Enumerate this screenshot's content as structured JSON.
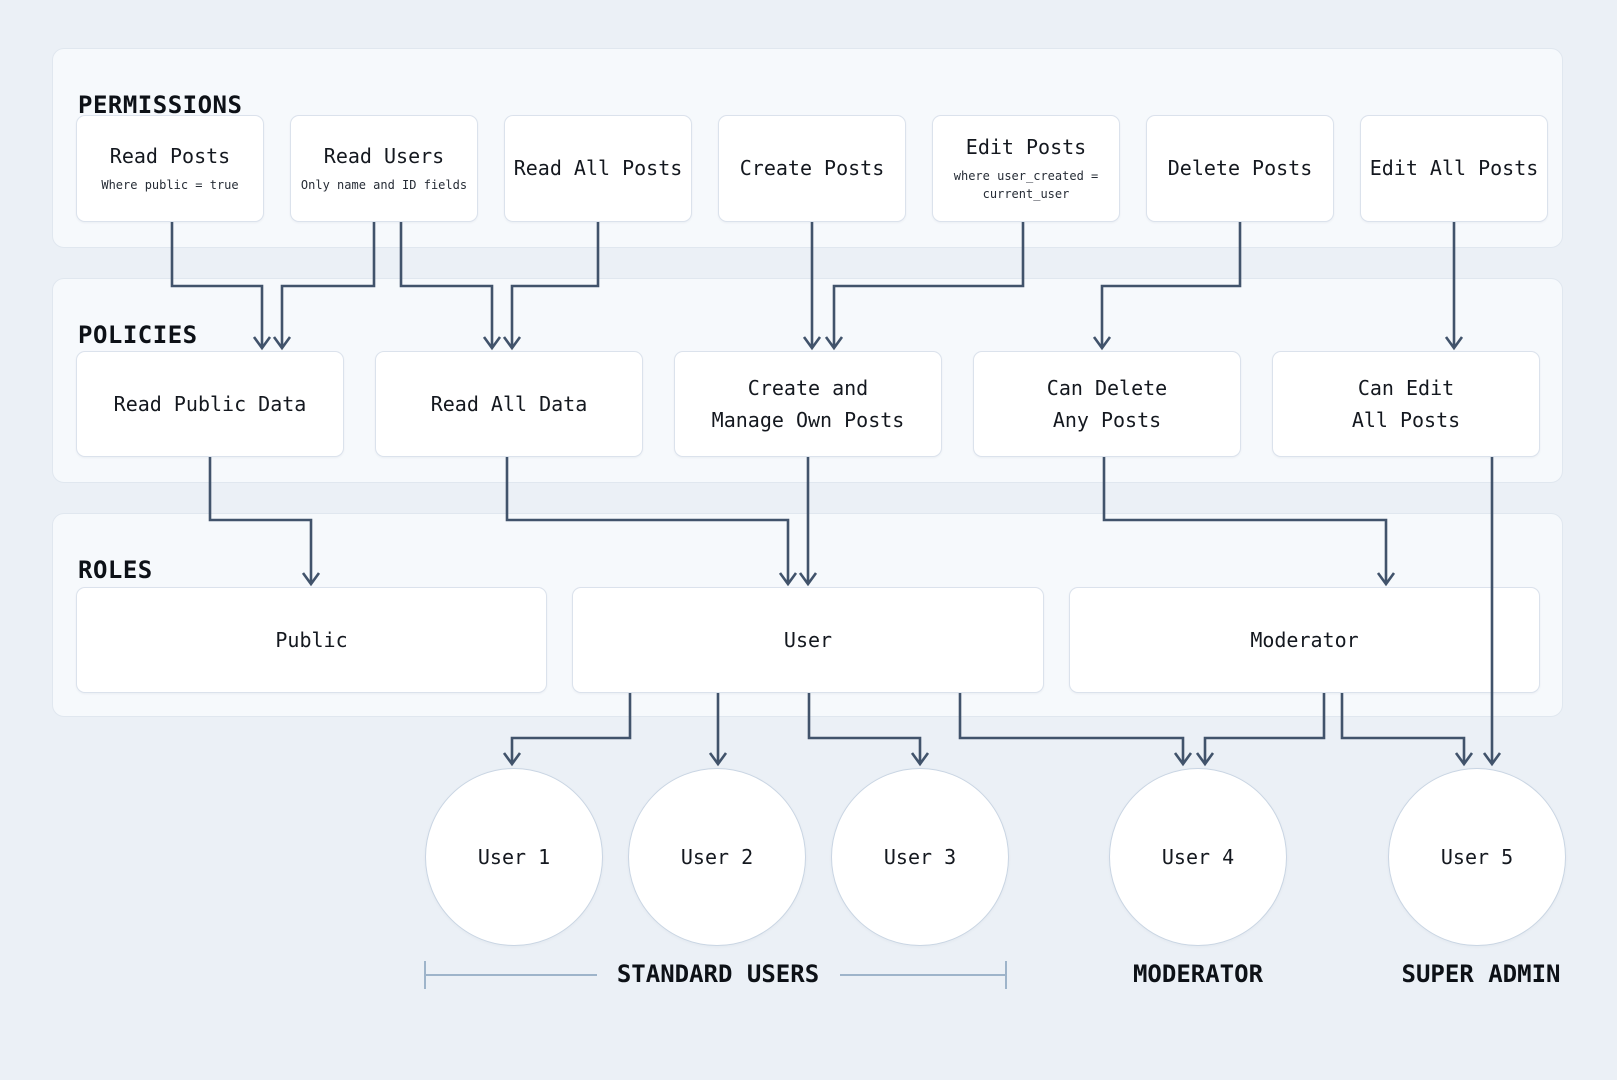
{
  "colors": {
    "background": "#ebf0f6",
    "panel_fill": "#f6f9fc",
    "panel_border": "#e0e7ef",
    "node_fill": "#ffffff",
    "node_border": "#dbe2ec",
    "arrow": "#41536b",
    "circle_border": "#c9d5e3",
    "bracket": "#9eb4ca",
    "text": "#14181f"
  },
  "sections": {
    "permissions": {
      "title": "PERMISSIONS",
      "items": [
        {
          "label": "Read Posts",
          "sublabel": "Where public = true"
        },
        {
          "label": "Read Users",
          "sublabel": "Only name and ID fields"
        },
        {
          "label": "Read All Posts",
          "sublabel": ""
        },
        {
          "label": "Create Posts",
          "sublabel": ""
        },
        {
          "label": "Edit Posts",
          "sublabel": "where user_created = current_user"
        },
        {
          "label": "Delete Posts",
          "sublabel": ""
        },
        {
          "label": "Edit All Posts",
          "sublabel": ""
        }
      ]
    },
    "policies": {
      "title": "POLICIES",
      "items": [
        {
          "line1": "Read Public Data",
          "line2": ""
        },
        {
          "line1": "Read All Data",
          "line2": ""
        },
        {
          "line1": "Create and",
          "line2": "Manage Own Posts"
        },
        {
          "line1": "Can Delete",
          "line2": "Any Posts"
        },
        {
          "line1": "Can Edit",
          "line2": "All Posts"
        }
      ]
    },
    "roles": {
      "title": "ROLES",
      "items": [
        {
          "label": "Public"
        },
        {
          "label": "User"
        },
        {
          "label": "Moderator"
        }
      ]
    }
  },
  "users": {
    "items": [
      {
        "label": "User 1"
      },
      {
        "label": "User 2"
      },
      {
        "label": "User 3"
      },
      {
        "label": "User 4"
      },
      {
        "label": "User 5"
      }
    ]
  },
  "group_labels": {
    "standard_users": "STANDARD USERS",
    "moderator": "MODERATOR",
    "super_admin": "SUPER ADMIN"
  },
  "edges": [
    {
      "from": "read-posts",
      "to": "read-public-data"
    },
    {
      "from": "read-users",
      "to": "read-public-data"
    },
    {
      "from": "read-users",
      "to": "read-all-data"
    },
    {
      "from": "read-all-posts",
      "to": "read-all-data"
    },
    {
      "from": "create-posts",
      "to": "create-and-manage-own-posts"
    },
    {
      "from": "edit-posts",
      "to": "create-and-manage-own-posts"
    },
    {
      "from": "delete-posts",
      "to": "can-delete-any-posts"
    },
    {
      "from": "edit-all-posts",
      "to": "can-edit-all-posts"
    },
    {
      "from": "read-public-data",
      "to": "public"
    },
    {
      "from": "read-all-data",
      "to": "user"
    },
    {
      "from": "create-and-manage-own-posts",
      "to": "user"
    },
    {
      "from": "can-delete-any-posts",
      "to": "moderator"
    },
    {
      "from": "can-edit-all-posts",
      "to": "user-5"
    },
    {
      "from": "user",
      "to": "user-1"
    },
    {
      "from": "user",
      "to": "user-2"
    },
    {
      "from": "user",
      "to": "user-3"
    },
    {
      "from": "user",
      "to": "user-4"
    },
    {
      "from": "moderator",
      "to": "user-4"
    },
    {
      "from": "moderator",
      "to": "user-5"
    }
  ]
}
